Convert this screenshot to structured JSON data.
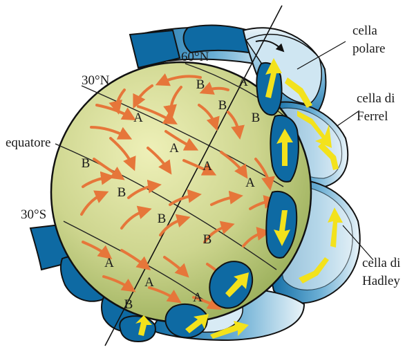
{
  "labels": {
    "polar_cell": [
      "cella",
      "polare"
    ],
    "ferrel_cell": [
      "cella di",
      "Ferrel"
    ],
    "hadley_cell": [
      "cella di",
      "Hadley"
    ],
    "lat_60n": "60°N",
    "lat_30n": "30°N",
    "equator": "equatore",
    "lat_30s": "30°S"
  },
  "pressure_marks": [
    "B",
    "A",
    "B",
    "B",
    "A",
    "A",
    "B",
    "A",
    "B",
    "A",
    "B",
    "B",
    "A",
    "A",
    "A",
    "B"
  ],
  "colors": {
    "globe_light": "#e6e7a8",
    "globe_dark": "#9eb35f",
    "cell_blue": "#0e6aa3",
    "cell_light": "#e8f3f8",
    "wind_arrow": "#e6763a",
    "cell_arrow": "#f3e21c",
    "outline": "#111111"
  }
}
